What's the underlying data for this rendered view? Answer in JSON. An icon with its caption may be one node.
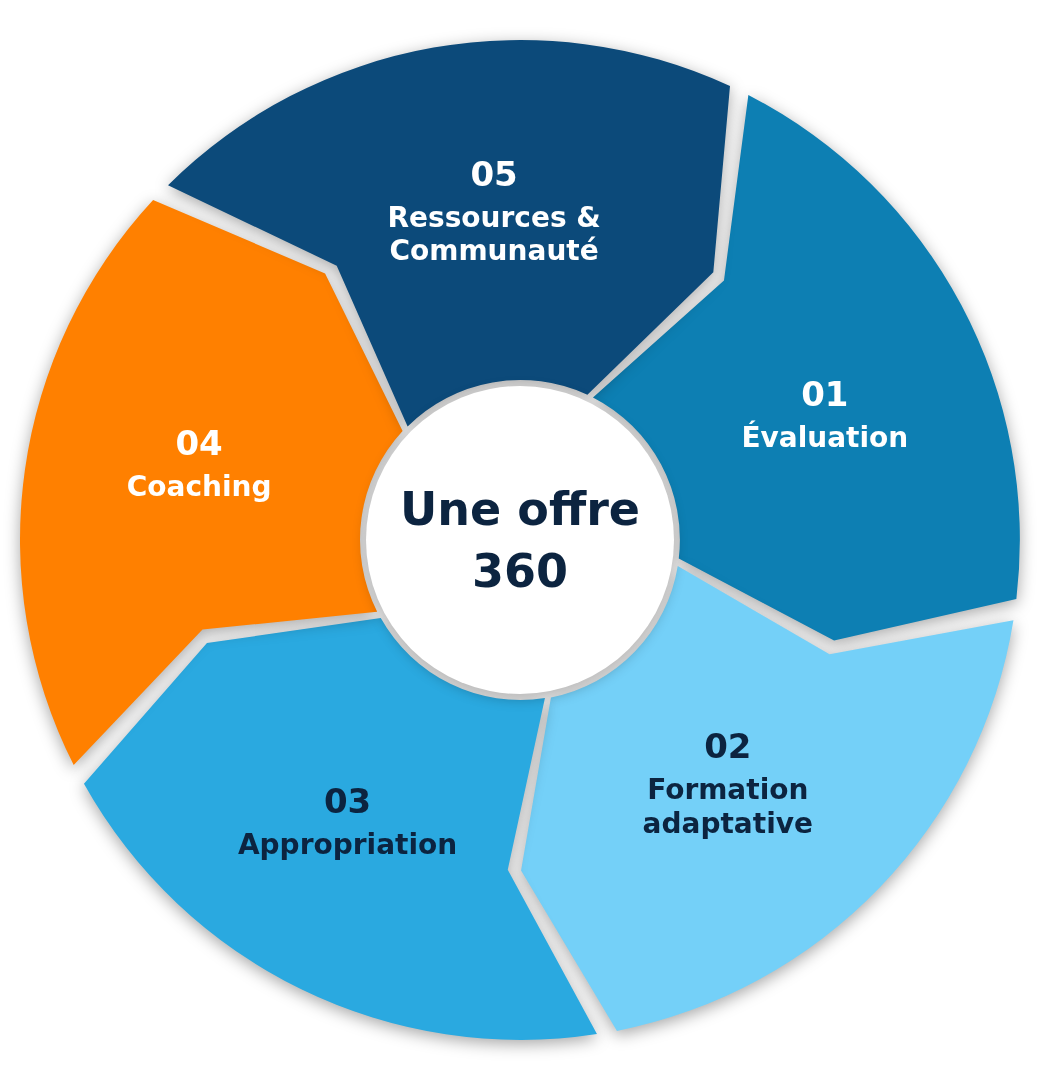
{
  "diagram": {
    "nodes": [
      {
        "text": [
          "Une offre 360"
        ]
      },
      {
        "text": [
          "01",
          "Évaluation"
        ]
      },
      {
        "text": [
          "02",
          "Formation adaptative"
        ]
      },
      {
        "text": [
          "03",
          "Appropriation"
        ]
      },
      {
        "text": [
          "04",
          "Coaching"
        ]
      },
      {
        "text": [
          "05",
          "Ressources & Communauté"
        ]
      }
    ]
  }
}
